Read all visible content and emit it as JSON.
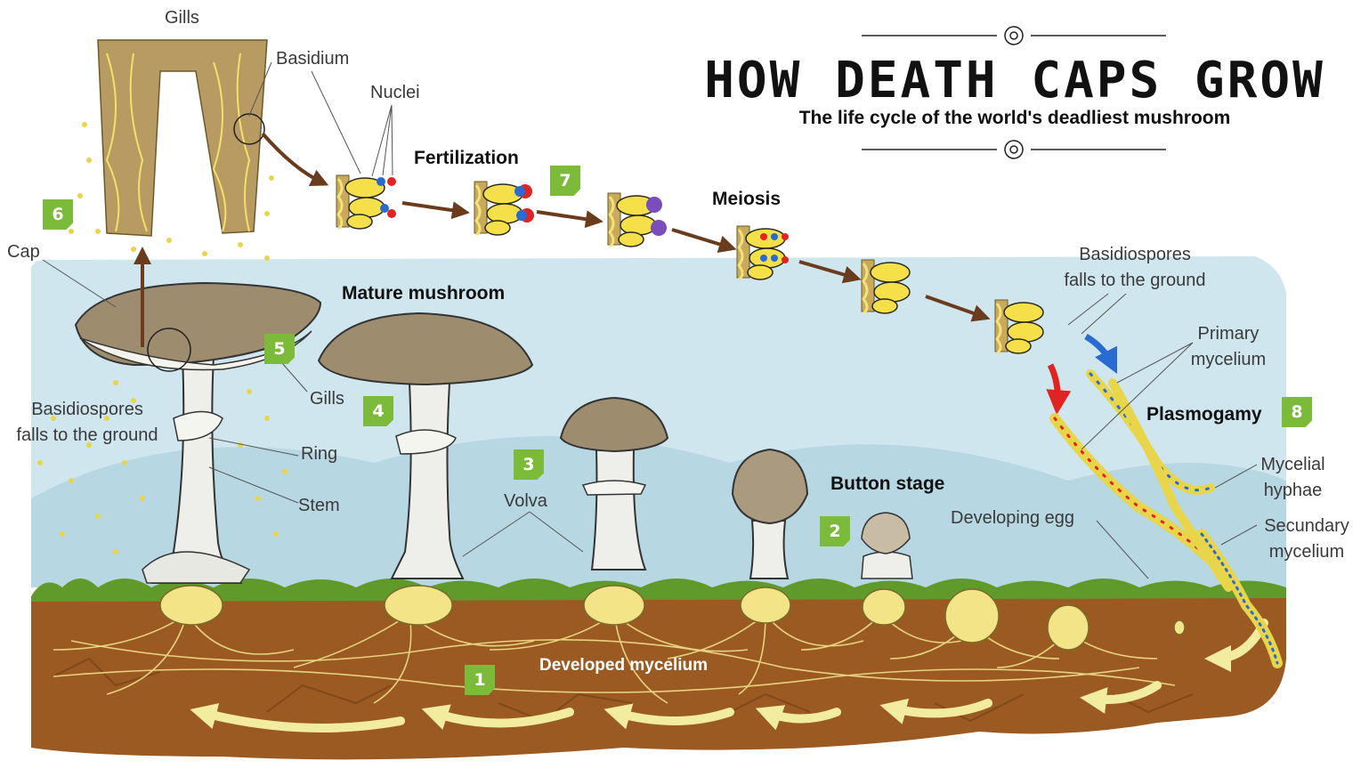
{
  "title": "HOW DEATH CAPS GROW",
  "subtitle": "The life cycle of the world's deadliest mushroom",
  "labels": {
    "gills_top": "Gills",
    "basidium": "Basidium",
    "nuclei": "Nuclei",
    "fertilization": "Fertilization",
    "meiosis": "Meiosis",
    "cap": "Cap",
    "mature_mushroom": "Mature mushroom",
    "gills": "Gills",
    "basidiospores_left_1": "Basidiospores",
    "basidiospores_left_2": "falls to the ground",
    "ring": "Ring",
    "stem": "Stem",
    "volva": "Volva",
    "button_stage": "Button stage",
    "developing_egg": "Developing egg",
    "developed_mycelium": "Developed mycelium",
    "basidiospores_right_1": "Basidiospores",
    "basidiospores_right_2": "falls to the ground",
    "primary_mycelium_1": "Primary",
    "primary_mycelium_2": "mycelium",
    "plasmogamy": "Plasmogamy",
    "mycelial_hyphae_1": "Mycelial",
    "mycelial_hyphae_2": "hyphae",
    "secundary_mycelium_1": "Secundary",
    "secundary_mycelium_2": "mycelium"
  },
  "steps": [
    "1",
    "2",
    "3",
    "4",
    "5",
    "6",
    "7",
    "8"
  ],
  "colors": {
    "sky": "#cfe6ef",
    "soil": "#9a5a22",
    "grass": "#5f9a2a",
    "badge": "#7cbb3a",
    "spore": "#e8d54a",
    "cap": "#9d8c6e",
    "stem": "#eeeeea",
    "arrow": "#6b3b1e",
    "male_nucleus": "#2a6bd1",
    "female_nucleus": "#e02424",
    "soil_arrow": "#f1ec9e"
  }
}
